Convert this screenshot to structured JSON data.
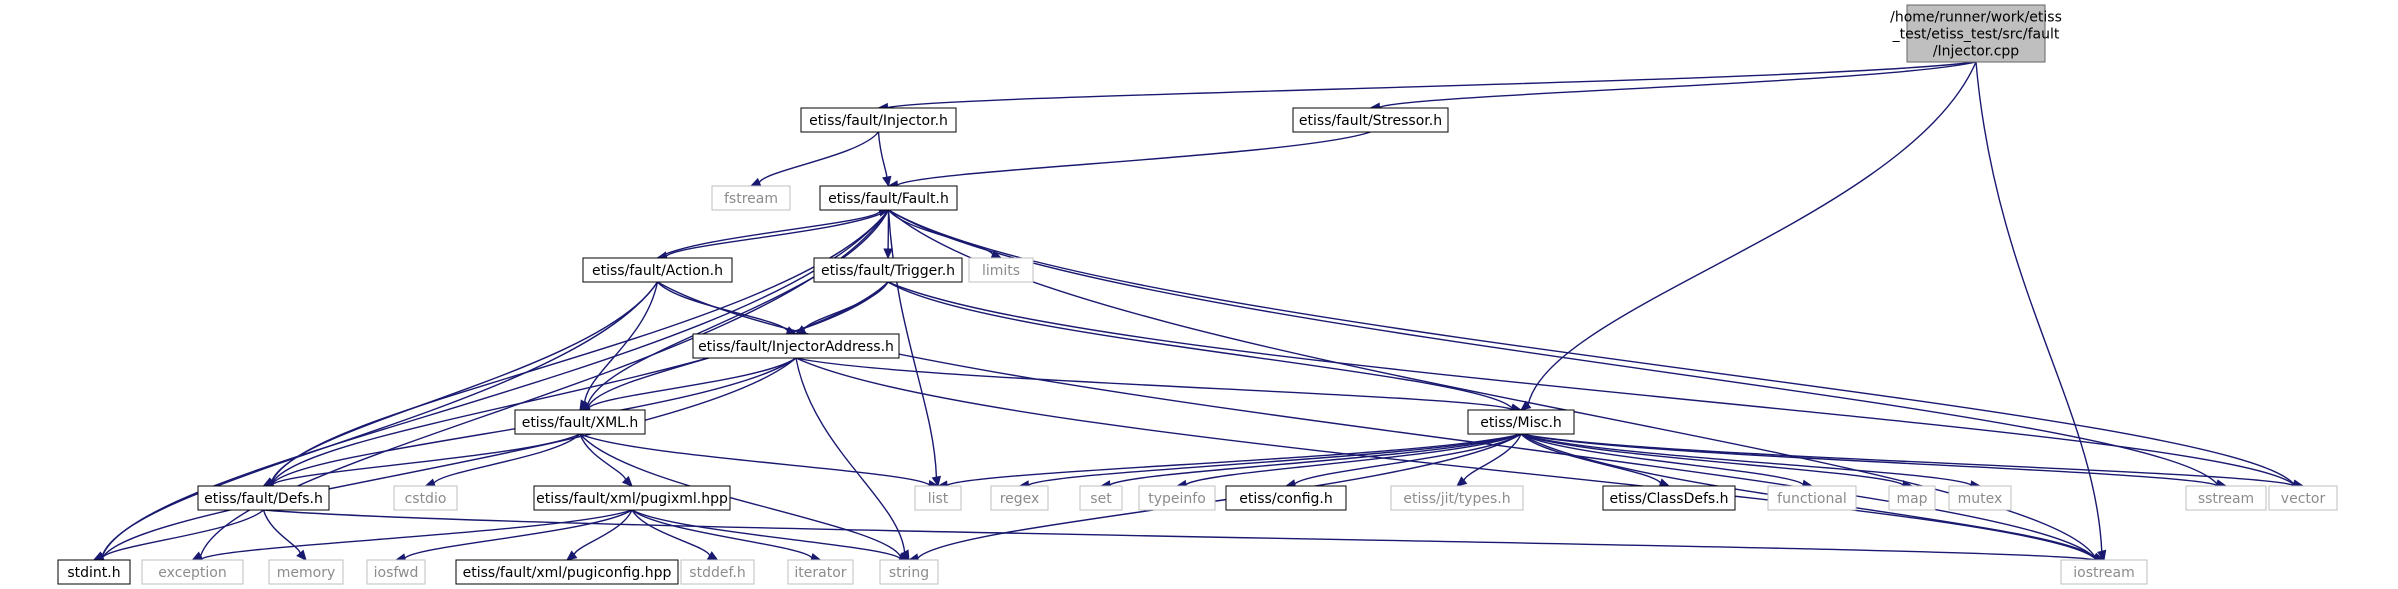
{
  "graph": {
    "colors": {
      "edge": "#191970",
      "root_fill": "#bfbfbf",
      "external_border": "#bfbfbf",
      "external_text": "#8c8c8c"
    },
    "nodes": {
      "injector_cpp": {
        "lines": [
          "/home/runner/work/etiss",
          "_test/etiss_test/src/fault",
          "/Injector.cpp"
        ],
        "kind": "root"
      },
      "injector_h": {
        "lines": [
          "etiss/fault/Injector.h"
        ],
        "kind": "file"
      },
      "stressor_h": {
        "lines": [
          "etiss/fault/Stressor.h"
        ],
        "kind": "file"
      },
      "fstream": {
        "lines": [
          "fstream"
        ],
        "kind": "external"
      },
      "fault_h": {
        "lines": [
          "etiss/fault/Fault.h"
        ],
        "kind": "file"
      },
      "limits": {
        "lines": [
          "limits"
        ],
        "kind": "external"
      },
      "action_h": {
        "lines": [
          "etiss/fault/Action.h"
        ],
        "kind": "file"
      },
      "trigger_h": {
        "lines": [
          "etiss/fault/Trigger.h"
        ],
        "kind": "file"
      },
      "injectoraddress_h": {
        "lines": [
          "etiss/fault/InjectorAddress.h"
        ],
        "kind": "file"
      },
      "xml_h": {
        "lines": [
          "etiss/fault/XML.h"
        ],
        "kind": "file"
      },
      "misc_h": {
        "lines": [
          "etiss/Misc.h"
        ],
        "kind": "file"
      },
      "defs_h": {
        "lines": [
          "etiss/fault/Defs.h"
        ],
        "kind": "file"
      },
      "cstdio": {
        "lines": [
          "cstdio"
        ],
        "kind": "external"
      },
      "pugixml_hpp": {
        "lines": [
          "etiss/fault/xml/pugixml.hpp"
        ],
        "kind": "file"
      },
      "list": {
        "lines": [
          "list"
        ],
        "kind": "external"
      },
      "regex": {
        "lines": [
          "regex"
        ],
        "kind": "external"
      },
      "set": {
        "lines": [
          "set"
        ],
        "kind": "external"
      },
      "typeinfo": {
        "lines": [
          "typeinfo"
        ],
        "kind": "external"
      },
      "config_h": {
        "lines": [
          "etiss/config.h"
        ],
        "kind": "file"
      },
      "jit_types_h": {
        "lines": [
          "etiss/jit/types.h"
        ],
        "kind": "external"
      },
      "classdefs_h": {
        "lines": [
          "etiss/ClassDefs.h"
        ],
        "kind": "file"
      },
      "functional": {
        "lines": [
          "functional"
        ],
        "kind": "external"
      },
      "map": {
        "lines": [
          "map"
        ],
        "kind": "external"
      },
      "mutex": {
        "lines": [
          "mutex"
        ],
        "kind": "external"
      },
      "sstream": {
        "lines": [
          "sstream"
        ],
        "kind": "external"
      },
      "vector": {
        "lines": [
          "vector"
        ],
        "kind": "external"
      },
      "stdint_h": {
        "lines": [
          "stdint.h"
        ],
        "kind": "file"
      },
      "exception": {
        "lines": [
          "exception"
        ],
        "kind": "external"
      },
      "memory": {
        "lines": [
          "memory"
        ],
        "kind": "external"
      },
      "iosfwd": {
        "lines": [
          "iosfwd"
        ],
        "kind": "external"
      },
      "pugiconfig_hpp": {
        "lines": [
          "etiss/fault/xml/pugiconfig.hpp"
        ],
        "kind": "file"
      },
      "stddef_h": {
        "lines": [
          "stddef.h"
        ],
        "kind": "external"
      },
      "iterator": {
        "lines": [
          "iterator"
        ],
        "kind": "external"
      },
      "string": {
        "lines": [
          "string"
        ],
        "kind": "external"
      },
      "iostream": {
        "lines": [
          "iostream"
        ],
        "kind": "external"
      }
    },
    "edges": [
      [
        "injector_cpp",
        "injector_h"
      ],
      [
        "injector_cpp",
        "stressor_h"
      ],
      [
        "injector_cpp",
        "misc_h"
      ],
      [
        "injector_cpp",
        "iostream"
      ],
      [
        "injector_h",
        "fstream"
      ],
      [
        "injector_h",
        "fault_h"
      ],
      [
        "stressor_h",
        "fault_h"
      ],
      [
        "fault_h",
        "action_h"
      ],
      [
        "fault_h",
        "trigger_h"
      ],
      [
        "fault_h",
        "xml_h"
      ],
      [
        "fault_h",
        "defs_h"
      ],
      [
        "fault_h",
        "limits"
      ],
      [
        "fault_h",
        "list"
      ],
      [
        "fault_h",
        "stdint_h"
      ],
      [
        "fault_h",
        "exception"
      ],
      [
        "fault_h",
        "sstream"
      ],
      [
        "fault_h",
        "vector"
      ],
      [
        "fault_h",
        "iostream"
      ],
      [
        "action_h",
        "fault_h"
      ],
      [
        "action_h",
        "injectoraddress_h"
      ],
      [
        "action_h",
        "xml_h"
      ],
      [
        "action_h",
        "defs_h"
      ],
      [
        "action_h",
        "stdint_h"
      ],
      [
        "action_h",
        "iostream"
      ],
      [
        "trigger_h",
        "injectoraddress_h"
      ],
      [
        "trigger_h",
        "misc_h"
      ],
      [
        "trigger_h",
        "xml_h"
      ],
      [
        "trigger_h",
        "defs_h"
      ],
      [
        "trigger_h",
        "vector"
      ],
      [
        "injectoraddress_h",
        "xml_h"
      ],
      [
        "injectoraddress_h",
        "misc_h"
      ],
      [
        "injectoraddress_h",
        "defs_h"
      ],
      [
        "injectoraddress_h",
        "string"
      ],
      [
        "injectoraddress_h",
        "stdint_h"
      ],
      [
        "injectoraddress_h",
        "iostream"
      ],
      [
        "xml_h",
        "defs_h"
      ],
      [
        "xml_h",
        "cstdio"
      ],
      [
        "xml_h",
        "pugixml_hpp"
      ],
      [
        "xml_h",
        "list"
      ],
      [
        "xml_h",
        "string"
      ],
      [
        "defs_h",
        "stdint_h"
      ],
      [
        "defs_h",
        "memory"
      ],
      [
        "defs_h",
        "iostream"
      ],
      [
        "pugixml_hpp",
        "exception"
      ],
      [
        "pugixml_hpp",
        "iosfwd"
      ],
      [
        "pugixml_hpp",
        "pugiconfig_hpp"
      ],
      [
        "pugixml_hpp",
        "stddef_h"
      ],
      [
        "pugixml_hpp",
        "iterator"
      ],
      [
        "pugixml_hpp",
        "string"
      ],
      [
        "misc_h",
        "list"
      ],
      [
        "misc_h",
        "regex"
      ],
      [
        "misc_h",
        "set"
      ],
      [
        "misc_h",
        "typeinfo"
      ],
      [
        "misc_h",
        "config_h"
      ],
      [
        "misc_h",
        "jit_types_h"
      ],
      [
        "misc_h",
        "classdefs_h"
      ],
      [
        "misc_h",
        "functional"
      ],
      [
        "misc_h",
        "map"
      ],
      [
        "misc_h",
        "mutex"
      ],
      [
        "misc_h",
        "sstream"
      ],
      [
        "misc_h",
        "vector"
      ],
      [
        "misc_h",
        "iostream"
      ],
      [
        "misc_h",
        "string"
      ]
    ]
  }
}
